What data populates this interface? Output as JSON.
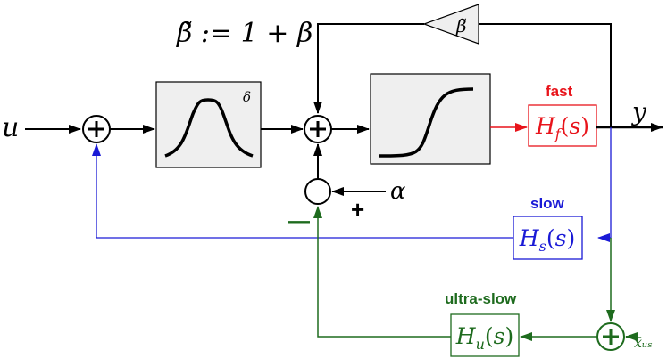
{
  "title": "β̃ := 1 + β",
  "colors": {
    "black": "#000000",
    "fast": "#e8141b",
    "slow": "#1a1ad6",
    "ultra_slow": "#1e6b1e",
    "block_fill": "#efefef"
  },
  "signals": {
    "input": "u",
    "output": "y",
    "alpha": "α",
    "x_us": "x̄ᵤₛ"
  },
  "labels": {
    "delta": "δ",
    "beta_tilde": "β̃",
    "fast": "fast",
    "slow": "slow",
    "ultra_slow": "ultra-slow"
  },
  "transfer_functions": {
    "fast": "H_f(s)",
    "slow": "H_s(s)",
    "ultra_slow": "H_u(s)"
  },
  "signs": {
    "alpha_plus": "+",
    "ultra_minus": "—"
  },
  "icons": {
    "sum": "circle-plus-icon",
    "bandpass": "bell-curve-icon",
    "sigmoid": "sigmoid-curve-icon",
    "gain": "triangle-gain-icon"
  }
}
